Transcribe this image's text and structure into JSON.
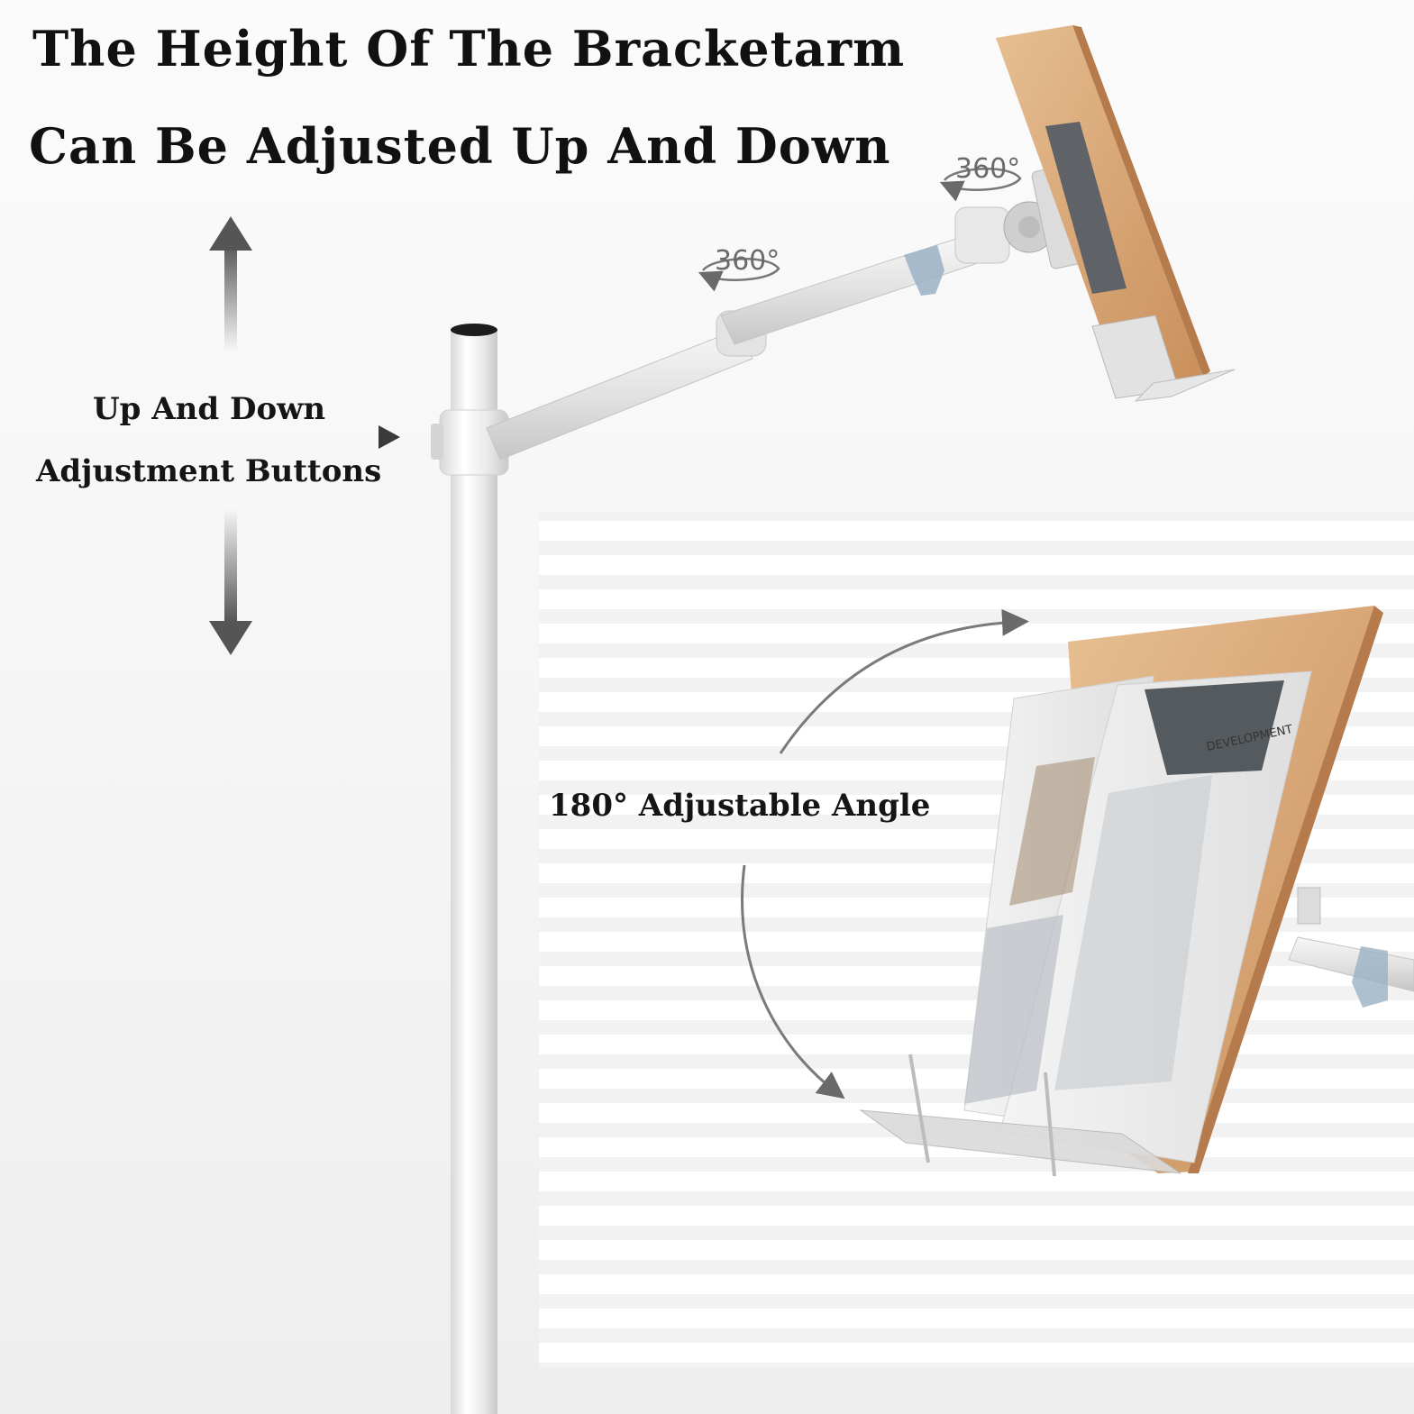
{
  "headline": {
    "line1": "The Height Of The Bracketarm",
    "line2": "Can Be Adjusted Up And Down"
  },
  "callouts": {
    "updown_line1": "Up And Down",
    "updown_line2": "Adjustment Buttons",
    "angle": "180° Adjustable Angle"
  },
  "rotation_labels": [
    "360°",
    "360°"
  ],
  "book_spine_text": "DEVELOPMENT",
  "colors": {
    "text": "#111111",
    "arm_silver": "#e6e6e6",
    "wood": "#d9a877",
    "arrow_grey": "#5a5a5a"
  }
}
